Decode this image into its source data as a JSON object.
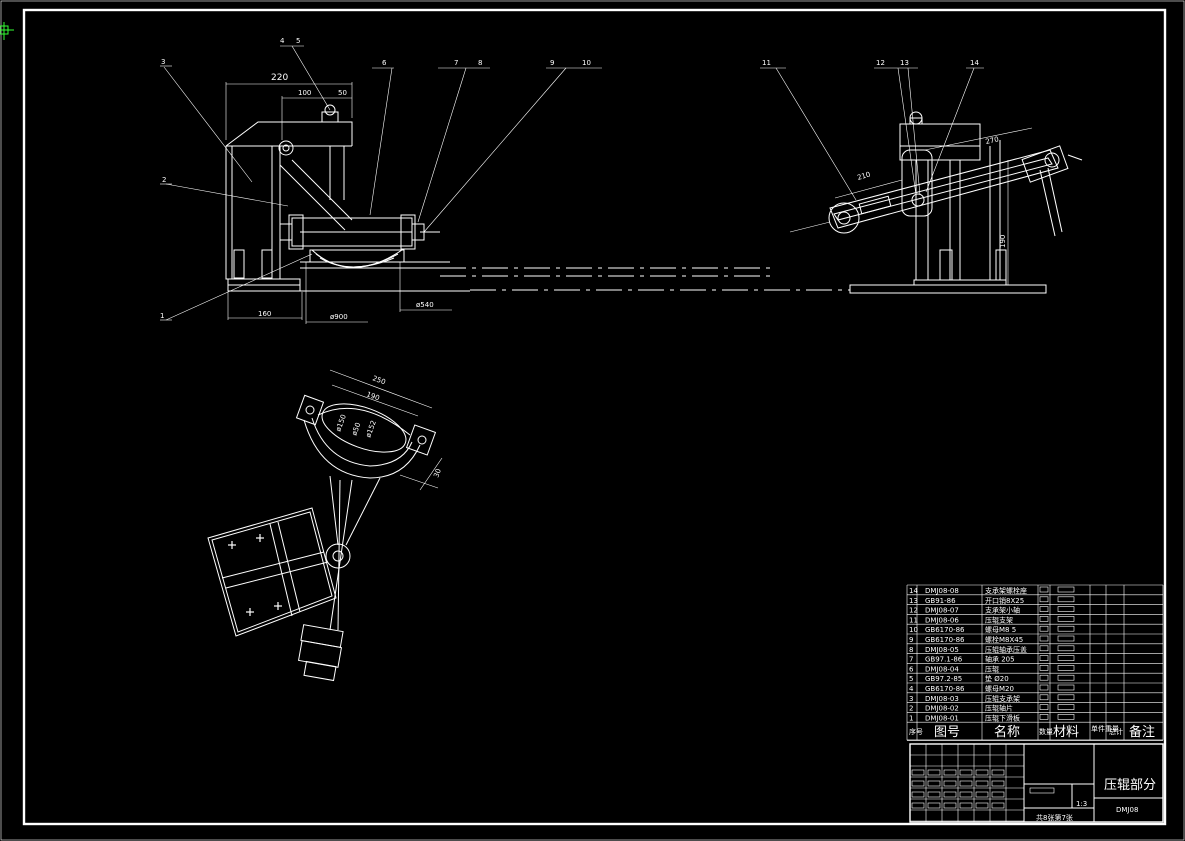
{
  "drawing": {
    "title": "压辊部分",
    "drawing_number": "DMJ08",
    "scale": "1:3",
    "sheet_info": "共8张第7张"
  },
  "view_front_left": {
    "dimensions": {
      "d220": "220",
      "d100": "100",
      "d50": "50",
      "d160": "160",
      "d900": "ø900",
      "d540": "ø540"
    },
    "balloons": [
      "1",
      "2",
      "3",
      "4",
      "5",
      "6",
      "7",
      "8",
      "9",
      "10"
    ]
  },
  "view_front_right": {
    "dimensions": {
      "d270": "270",
      "d210": "210",
      "d190": "190"
    },
    "balloons": [
      "11",
      "12",
      "13",
      "14"
    ]
  },
  "view_detail": {
    "dimensions": {
      "d250": "250",
      "d190": "190",
      "d150": "ø150",
      "d50": "ø50",
      "d152": "ø152",
      "d30": "30"
    }
  },
  "parts_list": {
    "rows": [
      {
        "no": "14",
        "code": "DMJ08-08",
        "name": "支承架螺栓座"
      },
      {
        "no": "13",
        "code": "GB91-86",
        "name": "开口销8X25"
      },
      {
        "no": "12",
        "code": "DMJ08-07",
        "name": "支承架小轴"
      },
      {
        "no": "11",
        "code": "DMJ08-06",
        "name": "压辊支架"
      },
      {
        "no": "10",
        "code": "GB6170-86",
        "name": "螺母M8 5"
      },
      {
        "no": "9",
        "code": "GB6170-86",
        "name": "螺栓M8X45"
      },
      {
        "no": "8",
        "code": "DMJ08-05",
        "name": "压辊轴承压盖"
      },
      {
        "no": "7",
        "code": "GB97.1-86",
        "name": "轴承 205"
      },
      {
        "no": "6",
        "code": "DMJ08-04",
        "name": "压辊"
      },
      {
        "no": "5",
        "code": "GB97.2-85",
        "name": "垫 Ø20"
      },
      {
        "no": "4",
        "code": "GB6170-86",
        "name": "螺母M20"
      },
      {
        "no": "3",
        "code": "DMJ08-03",
        "name": "压辊支承架"
      },
      {
        "no": "2",
        "code": "DMJ08-02",
        "name": "压辊轴片"
      },
      {
        "no": "1",
        "code": "DMJ08-01",
        "name": "压辊下滑板"
      }
    ],
    "headers": {
      "seq": "序号",
      "code": "图号",
      "name": "名称",
      "qty": "数量",
      "material": "材料",
      "weight": "单件重量",
      "total": "总计",
      "remark": "备注"
    }
  }
}
